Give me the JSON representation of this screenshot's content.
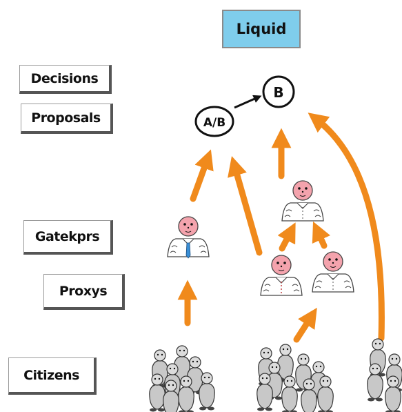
{
  "title": "Liquid",
  "levels": {
    "decisions": "Decisions",
    "proposals": "Proposals",
    "gatekeepers": "Gatekprs",
    "proxys": "Proxys",
    "citizens": "Citizens"
  },
  "nodes": {
    "proposal": "A/B",
    "decision": "B"
  },
  "colors": {
    "title_fill": "#7fcdec",
    "arrow": "#f08a1c",
    "head_fill": "#f4a3ad",
    "citizen_fill": "#c8c8c8"
  },
  "icons": {
    "person": "person-with-tie-icon",
    "crowd": "citizen-crowd-icon"
  }
}
